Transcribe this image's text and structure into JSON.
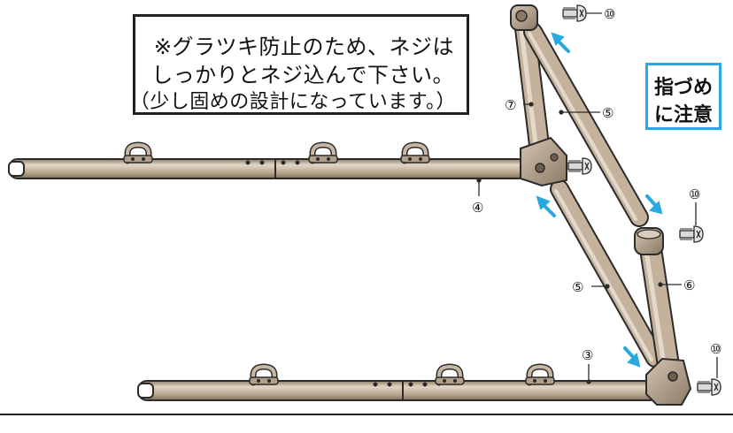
{
  "notice": {
    "line1": "※グラツキ防止のため、ネジは",
    "line2": "しっかりとネジ込んで下さい。",
    "line3": "（少し固めの設計になっています。）"
  },
  "warning": {
    "line1": "指づめ",
    "line2": "に注意"
  },
  "callouts": {
    "c3": "③",
    "c4": "④",
    "c5_upper": "⑤",
    "c5_lower": "⑤",
    "c6": "⑥",
    "c7": "⑦",
    "c10_top": "⑩",
    "c10_mid": "⑩",
    "c10_bottom": "⑩"
  },
  "colors": {
    "pipe": "#b9a68f",
    "pipe_highlight": "#ddd0bf",
    "joint": "#a99682",
    "outline": "#2b2b2b",
    "arrow": "#29a9e1"
  },
  "icons": [
    "screw-icon",
    "hook-icon",
    "direction-arrow-icon"
  ]
}
